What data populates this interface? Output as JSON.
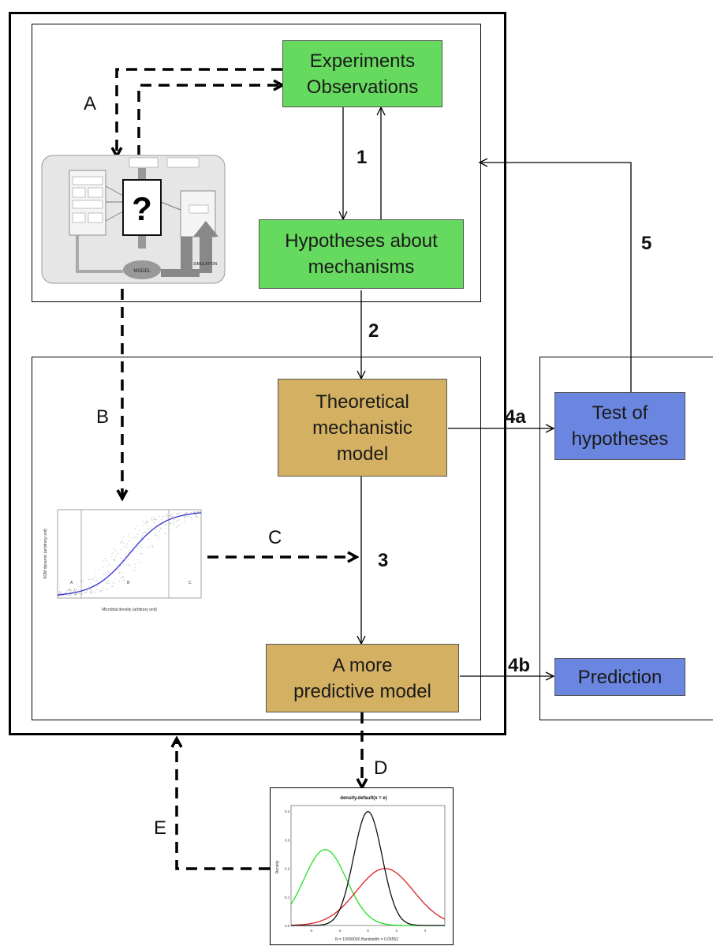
{
  "boxes": {
    "experiments": "Experiments\nObservations",
    "hypotheses": "Hypotheses about\nmechanisms",
    "theoretical": "Theoretical\nmechanistic\nmodel",
    "predictive": "A more\npredictive model",
    "test": "Test of\nhypotheses",
    "prediction": "Prediction"
  },
  "arrow_labels": {
    "n1": "1",
    "n2": "2",
    "n3": "3",
    "n4a": "4a",
    "n4b": "4b",
    "n5": "5",
    "A": "A",
    "B": "B",
    "C": "C",
    "D": "D",
    "E": "E"
  },
  "thumb_concept": {
    "question_mark": "?",
    "model": "MODEL",
    "simulation": "SIMULATION"
  },
  "thumb_density": {
    "title": "density.default(x = e)",
    "ylabel": "Density",
    "footer": "N = 10000000   Bandwidth = 0.05552",
    "yticks": [
      "0.0",
      "0.1",
      "0.2",
      "0.3",
      "0.4"
    ],
    "xticks": [
      "-4",
      "-2",
      "0",
      "2",
      "4"
    ]
  },
  "thumb_sigmoid": {
    "ylabel": "SOM dynamic (arbitrary unit)",
    "xlabel": "Microbial density (arbitrary unit)",
    "regions": [
      "A",
      "B",
      "C"
    ]
  },
  "colors": {
    "green": "#66d95f",
    "gold": "#d4b062",
    "blue": "#6b86e0",
    "curve_green": "#22e022",
    "curve_red": "#e02020",
    "curve_black": "#111111",
    "sigmoid": "#3b3bd6"
  }
}
